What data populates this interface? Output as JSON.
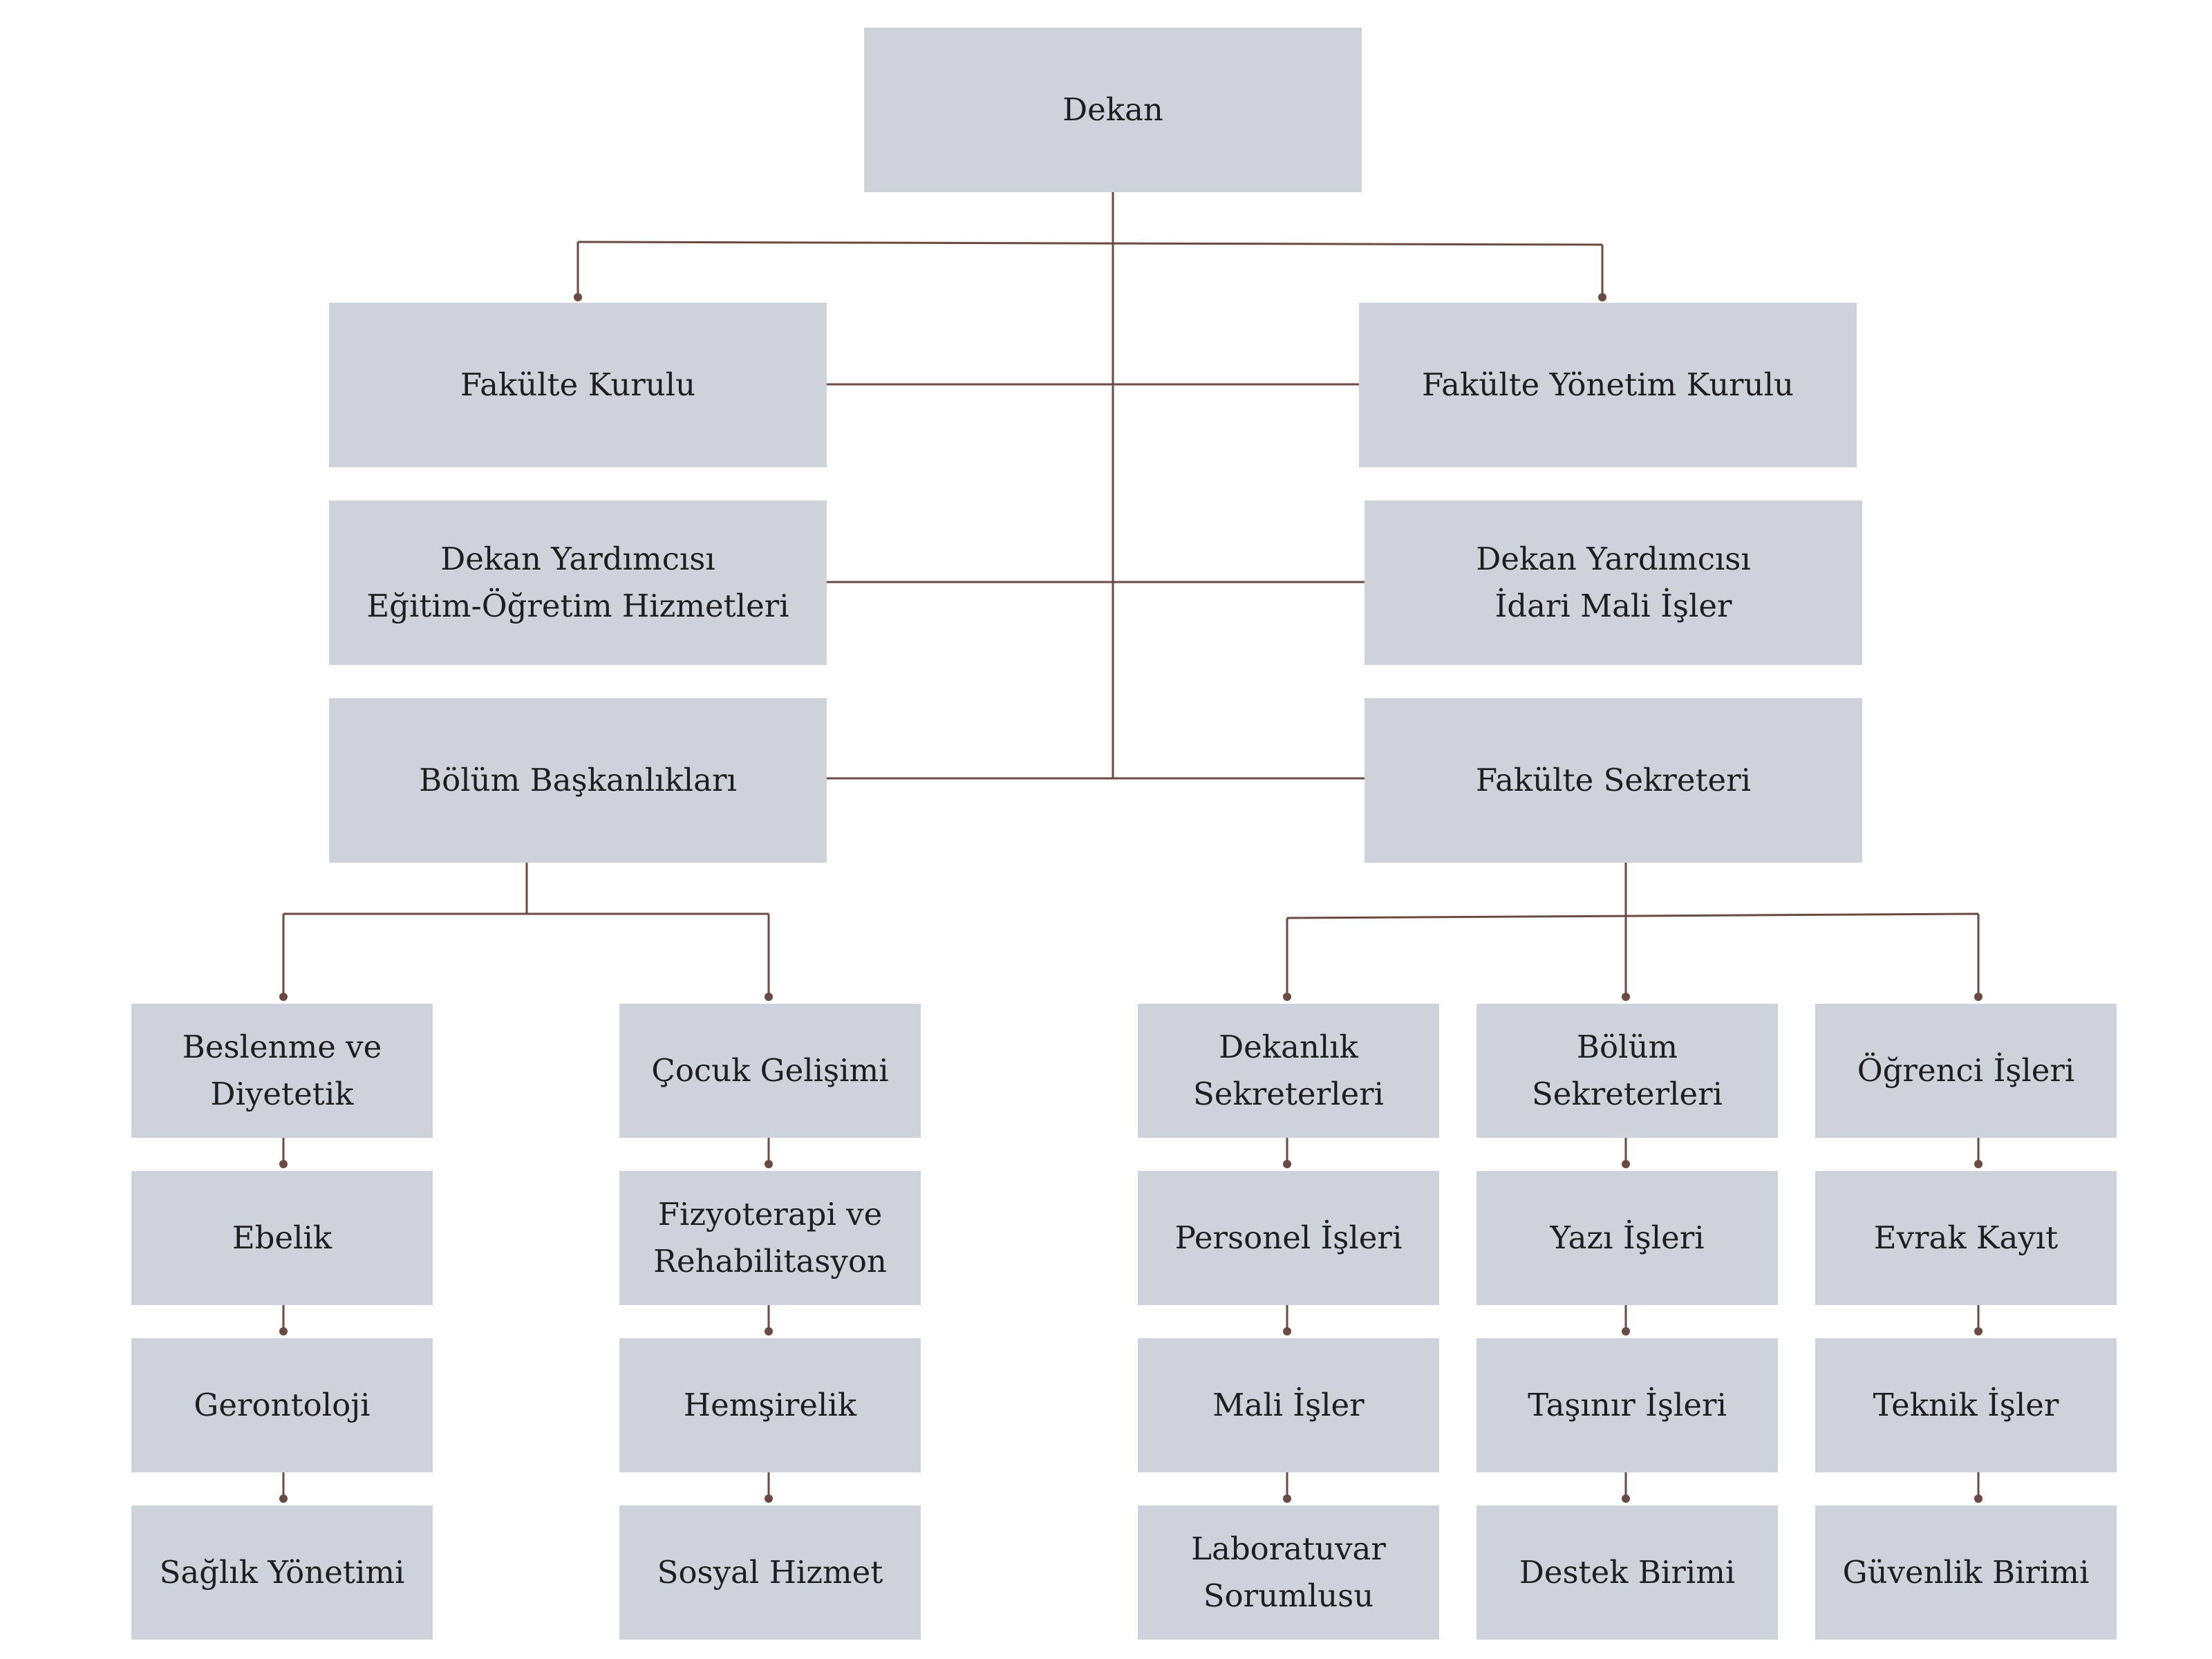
{
  "line_color": "#6b4a44",
  "box_color": "#cfd3d9",
  "nodes": {
    "dekan": "Dekan",
    "fakulte_kurulu": "Fakülte Kurulu",
    "fakulte_yonetim_kurulu": "Fakülte Yönetim Kurulu",
    "dekan_yrd_egitim": "Dekan Yardımcısı\nEğitim-Öğretim Hizmetleri",
    "dekan_yrd_idari": "Dekan Yardımcısı\nİdari Mali İşler",
    "bolum_baskanliklari": "Bölüm Başkanlıkları",
    "fakulte_sekreteri": "Fakülte Sekreteri",
    "beslenme": "Beslenme ve\nDiyetetik",
    "ebelik": "Ebelik",
    "gerontoloji": "Gerontoloji",
    "saglik_yonetimi": "Sağlık Yönetimi",
    "cocuk_gelisimi": "Çocuk Gelişimi",
    "fizyoterapi": "Fizyoterapi ve\nRehabilitasyon",
    "hemsirelik": "Hemşirelik",
    "sosyal_hizmet": "Sosyal Hizmet",
    "dekanlik_sekreterleri": "Dekanlık\nSekreterleri",
    "personel_isleri": "Personel İşleri",
    "mali_isler": "Mali İşler",
    "laboratuvar": "Laboratuvar\nSorumlusu",
    "bolum_sekreterleri": "Bölüm\nSekreterleri",
    "yazi_isleri": "Yazı İşleri",
    "tasinir_isleri": "Taşınır İşleri",
    "destek_birimi": "Destek Birimi",
    "ogrenci_isleri": "Öğrenci İşleri",
    "evrak_kayit": "Evrak Kayıt",
    "teknik_isler": "Teknik İşler",
    "guvenlik_birimi": "Güvenlik Birimi"
  }
}
